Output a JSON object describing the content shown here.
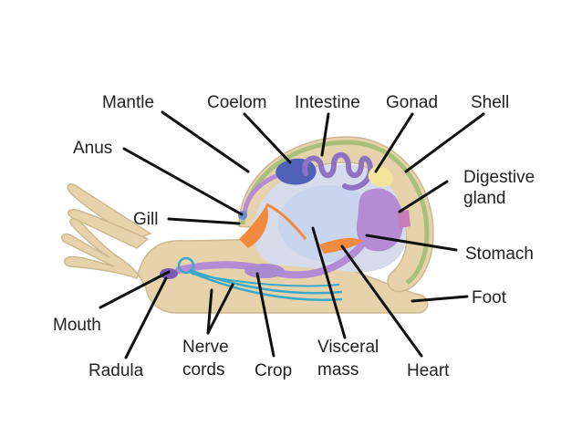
{
  "labels": {
    "mantle": "Mantle",
    "coelom": "Coelom",
    "intestine": "Intestine",
    "gonad": "Gonad",
    "shell": "Shell",
    "anus": "Anus",
    "digestive_line1": "Digestive",
    "digestive_line2": "gland",
    "gill": "Gill",
    "stomach": "Stomach",
    "foot": "Foot",
    "mouth": "Mouth",
    "radula": "Radula",
    "nerve_line1": "Nerve",
    "nerve_line2": "cords",
    "crop": "Crop",
    "visceral_line1": "Visceral",
    "visceral_line2": "mass",
    "heart": "Heart"
  },
  "colors": {
    "body": "#E6D3AC",
    "body_outline": "#CDB88F",
    "shell_band": "#A9C07C",
    "mantle_cavity": "#D6DCEC",
    "visceral": "#C9D5EE",
    "digestive": "#B58CD3",
    "intestine": "#8F72C4",
    "coelom": "#4F62B8",
    "gonad": "#F4E39A",
    "gill": "#F08A3C",
    "heart": "#F08A3C",
    "nerve": "#39A9C9",
    "leader_line": "#111111"
  }
}
